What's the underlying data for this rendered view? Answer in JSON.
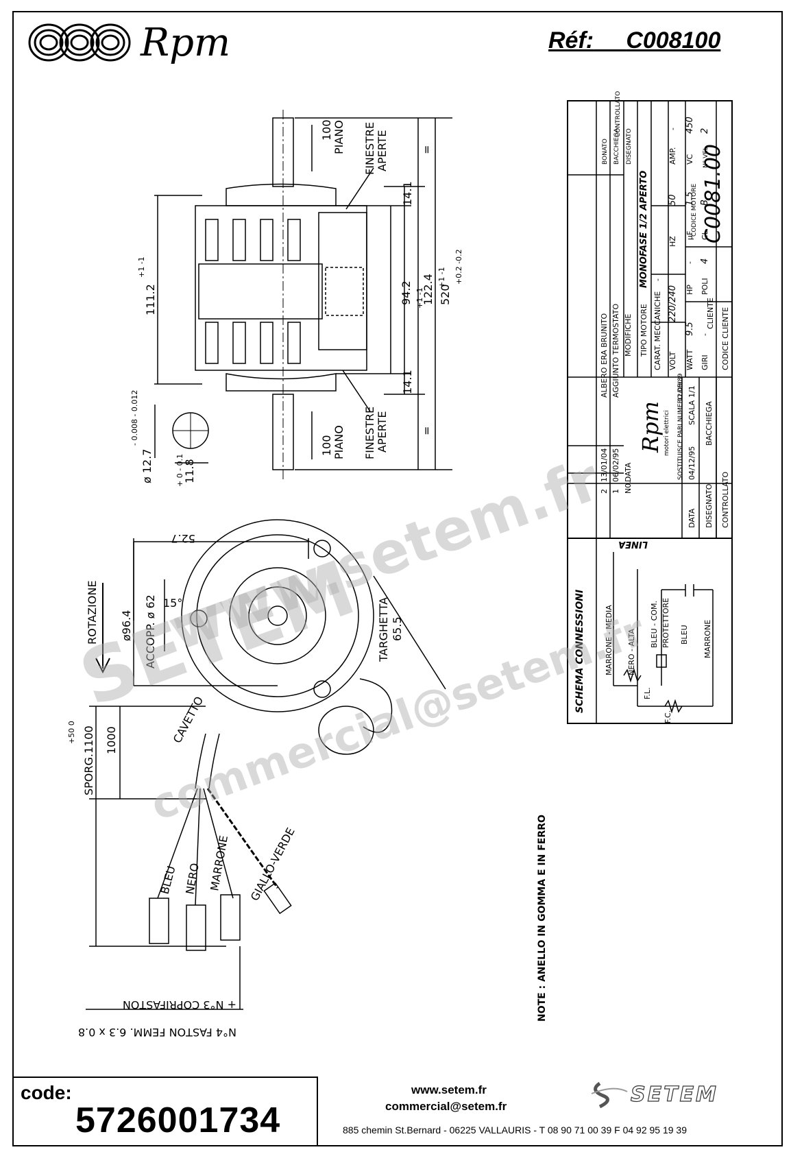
{
  "header": {
    "brand": "Rpm",
    "ref_label": "Réf:",
    "ref_value": "C008100"
  },
  "dimensions": {
    "d100_top": "100",
    "piano_top": "PIANO",
    "finestre_top_1": "FINESTRE",
    "finestre_top_2": "APERTE",
    "d14_1_top": "14.1",
    "d14_1_bottom": "14.1",
    "d94_2": "94.2",
    "d94_2_tol": "+1 -1",
    "d122_4": "122.4",
    "d122_4_tol": "+1 -1",
    "d520": "520",
    "d520_tol": "+0.2 -0.2",
    "d111_2": "111.2",
    "d111_2_tol": "+1 -1",
    "eq_top": "=",
    "eq_bottom": "=",
    "d100_bottom": "100",
    "piano_bottom": "PIANO",
    "finestre_bot_1": "FINESTRE",
    "finestre_bot_2": "APERTE",
    "shaft_dia": "ø 12.7",
    "shaft_dia_tol": "- 0.008 - 0.012",
    "shaft_flat": "11.8",
    "shaft_flat_tol": "+ 0 - 0.1",
    "d52_7": "52.7",
    "rotazione": "ROTAZIONE",
    "d96_4": "ø96.4",
    "accopp": "ACCOPP. ø 62",
    "angle15": "15°",
    "targhetta": "TARGHETTA",
    "d65_5": "65.5",
    "cavetto": "CAVETTO",
    "d1000": "1000",
    "sporg": "SPORG.1100",
    "sporg_tol": "+50 0",
    "wire_bleu": "BLEU",
    "wire_nero": "NERO",
    "wire_marrone": "MARRONE",
    "wire_giallo": "GIALLO-VERDE",
    "faston_1": "N°4 FASTON FEMM. 6.3 x 0.8",
    "faston_2": "+ N°3 COPRIFASTON",
    "note": "NOTE : ANELLO IN GOMMA E IN FERRO"
  },
  "title_block": {
    "rows": [
      {
        "n": "2",
        "date": "13/01/04",
        "desc": "ALBERO ERA BRUNITO"
      },
      {
        "n": "1",
        "date": "06/02/95",
        "desc": "AGGIUNTO TERMOSTATO"
      },
      {
        "n": "N0.",
        "date": "DATA",
        "desc": "MODIFICHE"
      }
    ],
    "col_bonato": "BONATO",
    "col_bacchiega": "BACCHIEGA",
    "col_disegnato": "DISEGNATO",
    "col_controllato": "CONTROLLATO",
    "tipo_motore_label": "TIPO MOTORE",
    "tipo_motore": "MONOFASE 1/2 APERTO",
    "carat_label": "CARAT. MECCANICHE",
    "carat_value": "-",
    "volt_label": "VOLT",
    "volt": "220/240",
    "hz_label": "HZ",
    "hz": "50",
    "amp_label": "AMP.",
    "amp": "-",
    "watt_label": "WATT",
    "watt": "9.5",
    "hp_label": "HP",
    "hp": "-",
    "uf_label": "μF",
    "uf": "1.5",
    "vc_label": "VC",
    "vc": "450",
    "giri_label": "GIRI",
    "giri": "-",
    "poli_label": "POLI",
    "poli": "4",
    "cl_label": "CL.",
    "cl": "B",
    "nvel_label": "N° VEL.",
    "nvel": "2",
    "cliente_label": "CLIENTE",
    "codice_motore_label": "CODICE MOTORE",
    "codice_motore": "C0081.00",
    "codice_cliente_label": "CODICE CLIENTE",
    "company_brand": "Rpm",
    "company_sub": "motori elettrici",
    "sostituisce_label": "SOSTITUISCE PARI NUMERO DEL",
    "sostituisce_date": "12/09/89",
    "data_label": "DATA",
    "data_value": "04/12/95",
    "scala_label": "SCALA",
    "scala_value": "1/1",
    "disegnato_label": "DISEGNATO",
    "disegnato_value": "BACCHIEGA",
    "controllato_label": "CONTROLLATO"
  },
  "schema": {
    "title": "SCHEMA CONNESSIONI",
    "linea": "LINEA",
    "marrone_media": "MARRONE - MEDIA",
    "nero_alta": "NERO - ALTA",
    "bleu_com": "BLEU - COM.",
    "protettore": "PROTETTORE",
    "bleu": "BLEU",
    "marrone": "MARRONE",
    "fl": "F.L.",
    "fc": "F.C."
  },
  "watermark": {
    "line1": "www.setem.fr",
    "line2": "SETEM",
    "line3": "commercial@setem.fr"
  },
  "footer": {
    "code_label": "code:",
    "code_value": "5726001734",
    "web": "www.setem.fr",
    "email": "commercial@setem.fr",
    "address": "885 chemin St.Bernard  -  06225 VALLAURIS  -  T 08 90 71 00 39   F 04 92 95 19 39",
    "setem_brand": "SETEM"
  }
}
